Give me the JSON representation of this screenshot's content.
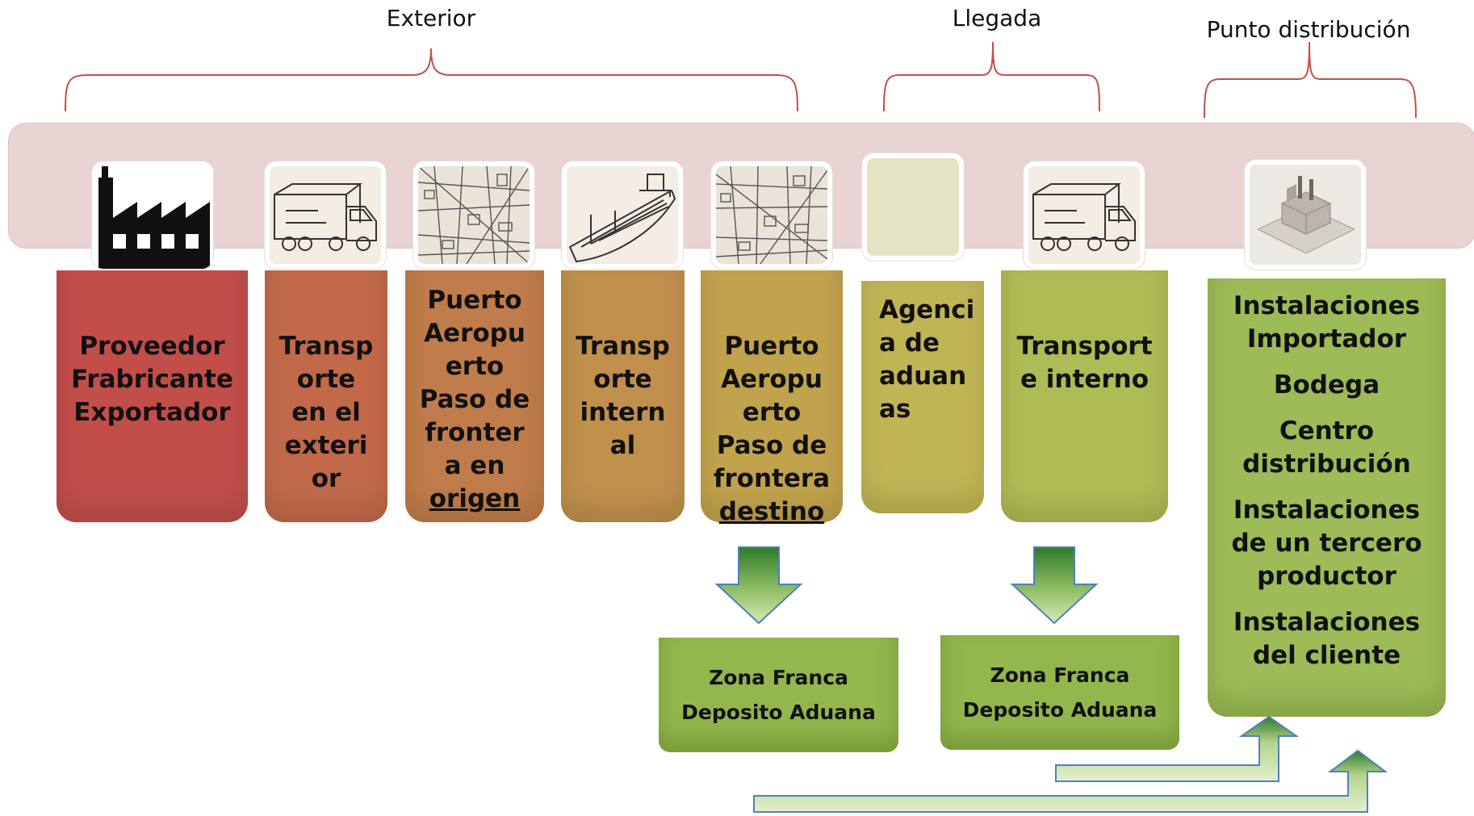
{
  "groups": {
    "exterior": "Exterior",
    "llegada": "Llegada",
    "punto": "Punto distribución"
  },
  "stages": [
    {
      "lines": [
        "Proveedor",
        "Frabricante",
        "Exportador"
      ],
      "color": "#c24e4a",
      "icon": "factory-icon"
    },
    {
      "lines": [
        "Transp",
        "orte",
        "en el",
        "exteri",
        "or"
      ],
      "color": "#c2694a",
      "icon": "truck-icon"
    },
    {
      "lines": [
        "Puerto",
        "Aeropu",
        "erto",
        "Paso de",
        "fronter",
        "a en",
        "origen"
      ],
      "color": "#c07c4a",
      "icon": "city-map-icon"
    },
    {
      "lines": [
        "Transp",
        "orte",
        "intern",
        "al"
      ],
      "color": "#c0904c",
      "icon": "ship-icon"
    },
    {
      "lines": [
        "Puerto",
        "Aeropu",
        "erto",
        "Paso de",
        "frontera",
        "destino"
      ],
      "color": "#c1a24d",
      "icon": "city-map-icon"
    },
    {
      "lines": [
        "Agenci",
        "a de",
        "aduan",
        "as"
      ],
      "color": "#c0b554",
      "icon": "blank-icon"
    },
    {
      "lines": [
        "Transport",
        "e interno"
      ],
      "color": "#afbb54",
      "icon": "truck-icon"
    }
  ],
  "distribution": {
    "items": [
      [
        "Instalaciones",
        "Importador"
      ],
      [
        "Bodega"
      ],
      [
        "Centro",
        "distribución"
      ],
      [
        "Instalaciones",
        "de un tercero",
        "productor"
      ],
      [
        "Instalaciones",
        "del cliente"
      ]
    ],
    "color": "#9dbb57",
    "icon": "industrial-plant-icon"
  },
  "zones": [
    {
      "line1": "Zona Franca",
      "line2": "Deposito Aduana"
    },
    {
      "line1": "Zona Franca",
      "line2": "Deposito Aduana"
    }
  ],
  "colors": {
    "band": "#ead3d3",
    "bracket": "#c0504d",
    "arrow_dark": "#2f7a2a",
    "arrow_light": "#d6e8b8",
    "arrow_outline": "#4f81bd"
  }
}
